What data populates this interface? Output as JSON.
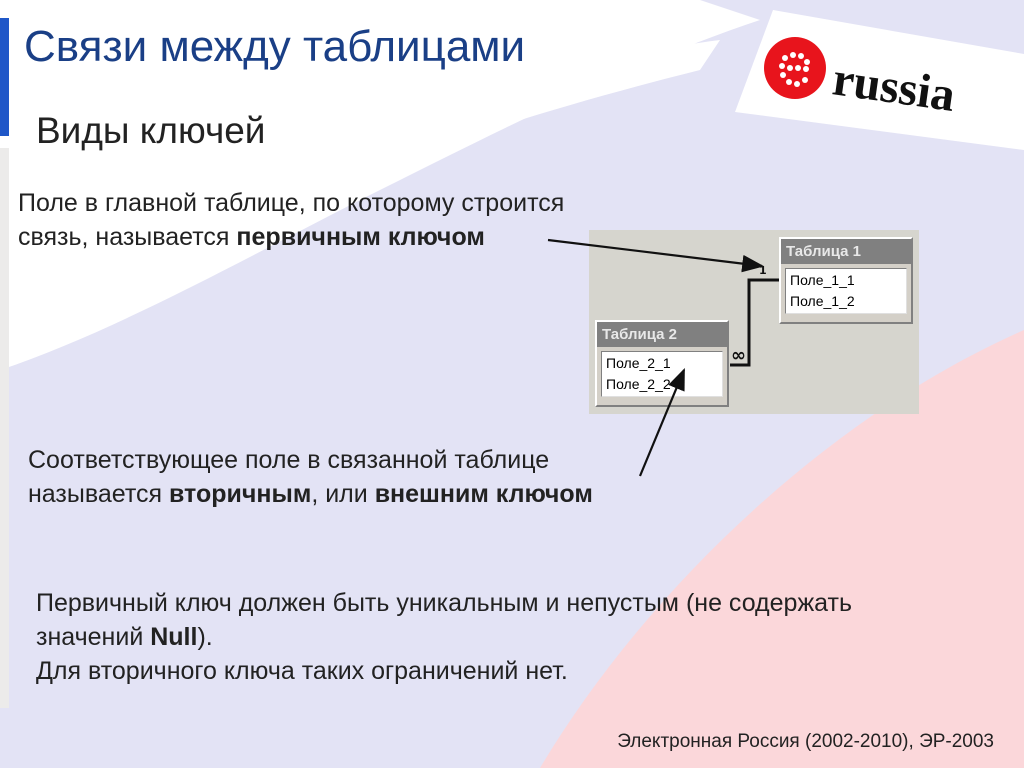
{
  "slide": {
    "title": "Связи между таблицами",
    "subtitle": "Виды ключей",
    "primary_def": {
      "line1": "Поле в главной таблице, по которому строится",
      "line2_prefix": "связь, называется ",
      "line2_bold": "первичным ключом"
    },
    "secondary_def": {
      "line1": "Соответствующее поле в связанной таблице",
      "line2_prefix": "называется ",
      "line2_bold1": "вторичным",
      "line2_mid": ", или ",
      "line2_bold2": "внешним ключом"
    },
    "note": {
      "line1": "Первичный ключ должен быть уникальным и непустым (не содержать",
      "line2_prefix": "значений ",
      "line2_bold": "Null",
      "line2_suffix": ").",
      "line3": "Для вторичного ключа таких ограничений нет."
    },
    "footer": "Электронная Россия (2002-2010), ЭР-2003"
  },
  "logo": {
    "text": "russia",
    "icon": "e-russia-logo-icon",
    "badge_color": "#e8141c"
  },
  "diagram": {
    "table1": {
      "title": "Таблица 1",
      "fields": [
        "Поле_1_1",
        "Поле_1_2"
      ]
    },
    "table2": {
      "title": "Таблица 2",
      "fields": [
        "Поле_2_1",
        "Поле_2_2"
      ]
    },
    "one_side": "1",
    "many_side": "∞"
  },
  "colors": {
    "title": "#1a3f86",
    "background_blue": "#e4e4f4",
    "background_pink": "#fbd6d9",
    "background_white": "#ffffff"
  }
}
